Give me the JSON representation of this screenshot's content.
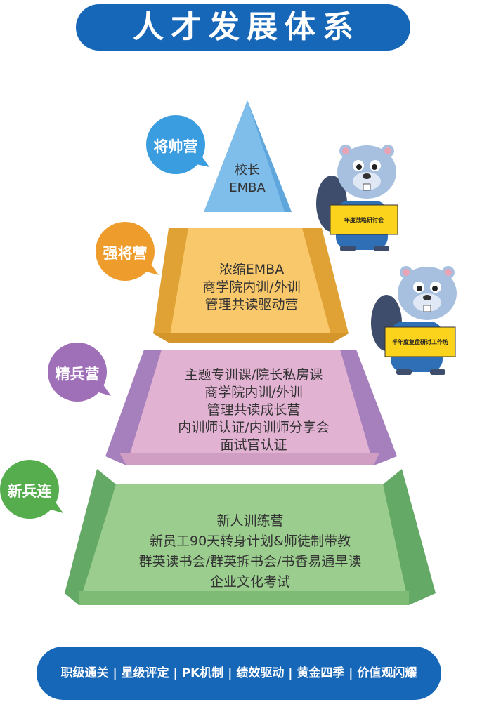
{
  "title": "人才发展体系",
  "tiers": [
    {
      "badge": "将帅营",
      "lines": [
        "校长",
        "EMBA"
      ]
    },
    {
      "badge": "强将营",
      "lines": [
        "浓缩EMBA",
        "商学院内训/外训",
        "管理共读驱动营"
      ]
    },
    {
      "badge": "精兵营",
      "lines": [
        "主题专训课/院长私房课",
        "商学院内训/外训",
        "管理共读成长营",
        "内训师认证/内训师分享会",
        "面试官认证"
      ]
    },
    {
      "badge": "新兵连",
      "lines": [
        "新人训练营",
        "新员工90天转身计划&师徒制带教",
        "群英读书会/群英拆书会/书香易通早读",
        "企业文化考试"
      ]
    }
  ],
  "mascots": [
    {
      "sign": "年度战略研讨会"
    },
    {
      "sign": "半年度复盘研讨工作坊"
    }
  ],
  "bottom_bar": "职级通关 | 星级评定 | PK机制 | 绩效驱动 | 黄金四季 | 价值观闪耀"
}
